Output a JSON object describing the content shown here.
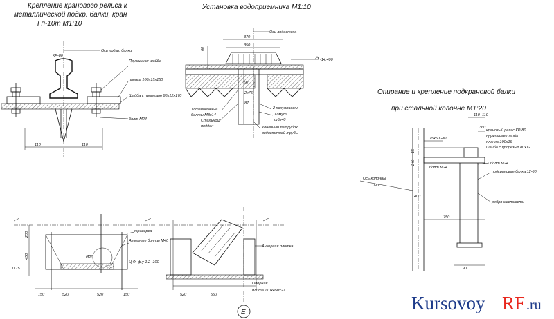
{
  "titles": {
    "rail_line1": "Крепление кранового рельса к",
    "rail_line2": "металлической подкр. балки, кран",
    "rail_line3": "Гп-10т М1:10",
    "drain": "Установка водоприемника М1:10",
    "support_line1": "Опирание и крепление подкрановой балки",
    "support_line2": "при стальной колонне М1:20"
  },
  "rail": {
    "rail_mark": "КР-80",
    "axis": "Ось подкр. балки",
    "washer_lbl": "Пружинная шайба",
    "plate_lbl": "пленка 100х15х150",
    "slot_washer_lbl": "Шайба с прорезью 80х12х170",
    "bolt_lbl": "болт М24",
    "dim1": "110",
    "dim2": "110"
  },
  "drain": {
    "axis": "Ось водостока",
    "dim370": "370",
    "dim350": "350",
    "elev": "-14.400",
    "d60": "60",
    "d97": "97",
    "d87": "87",
    "d2x75": "2х75",
    "l1": "Установочные",
    "l2": "болты М8х14",
    "l3": "Стальной",
    "l4": "поддон",
    "l5": "2 полуплашки",
    "l6": "Хомут",
    "l7": "ш6х40",
    "l8": "Конечный патрубок",
    "l9": "водосточной трубы"
  },
  "support": {
    "d110a": "110",
    "d110b": "110",
    "d240": "240",
    "d15": "15",
    "d75": "75х5 L-80",
    "d400": "400",
    "d750": "750",
    "d90": "90",
    "d360": "360",
    "l_rail": "крановый рельс КР-80",
    "l_washer": "пружинная шайба",
    "l_plate": "планка 100х16",
    "l_slot": "шайба с прорезью 80х12",
    "l_bolt": "болт М24",
    "l_bolt2": "болт М24",
    "l_beam": "подкрановая балка 12-60",
    "l_rib": "ребро жесткости",
    "l_axis": "Ось колонны",
    "l_axis2": "пол"
  },
  "anchor": {
    "d200": "200",
    "d450": "450",
    "d75": "0.75",
    "d150a": "150",
    "d520a": "520",
    "d520b": "520",
    "d150b": "150",
    "d520c": "520",
    "d550": "550",
    "d20": "Ø20",
    "l_traverse": "траверса",
    "l_anchor": "Анкерные болты М40",
    "l_f": "Ц.Ф. ф.у 1:2 -100",
    "l_plate": "Анкерная плитка",
    "l_base": "Опорная",
    "l_base2": "плита 110х450х27",
    "axis_mark": "Е"
  },
  "watermark": {
    "part1": "Kursovoy",
    "part2": "RF",
    "part3": ".ru"
  }
}
